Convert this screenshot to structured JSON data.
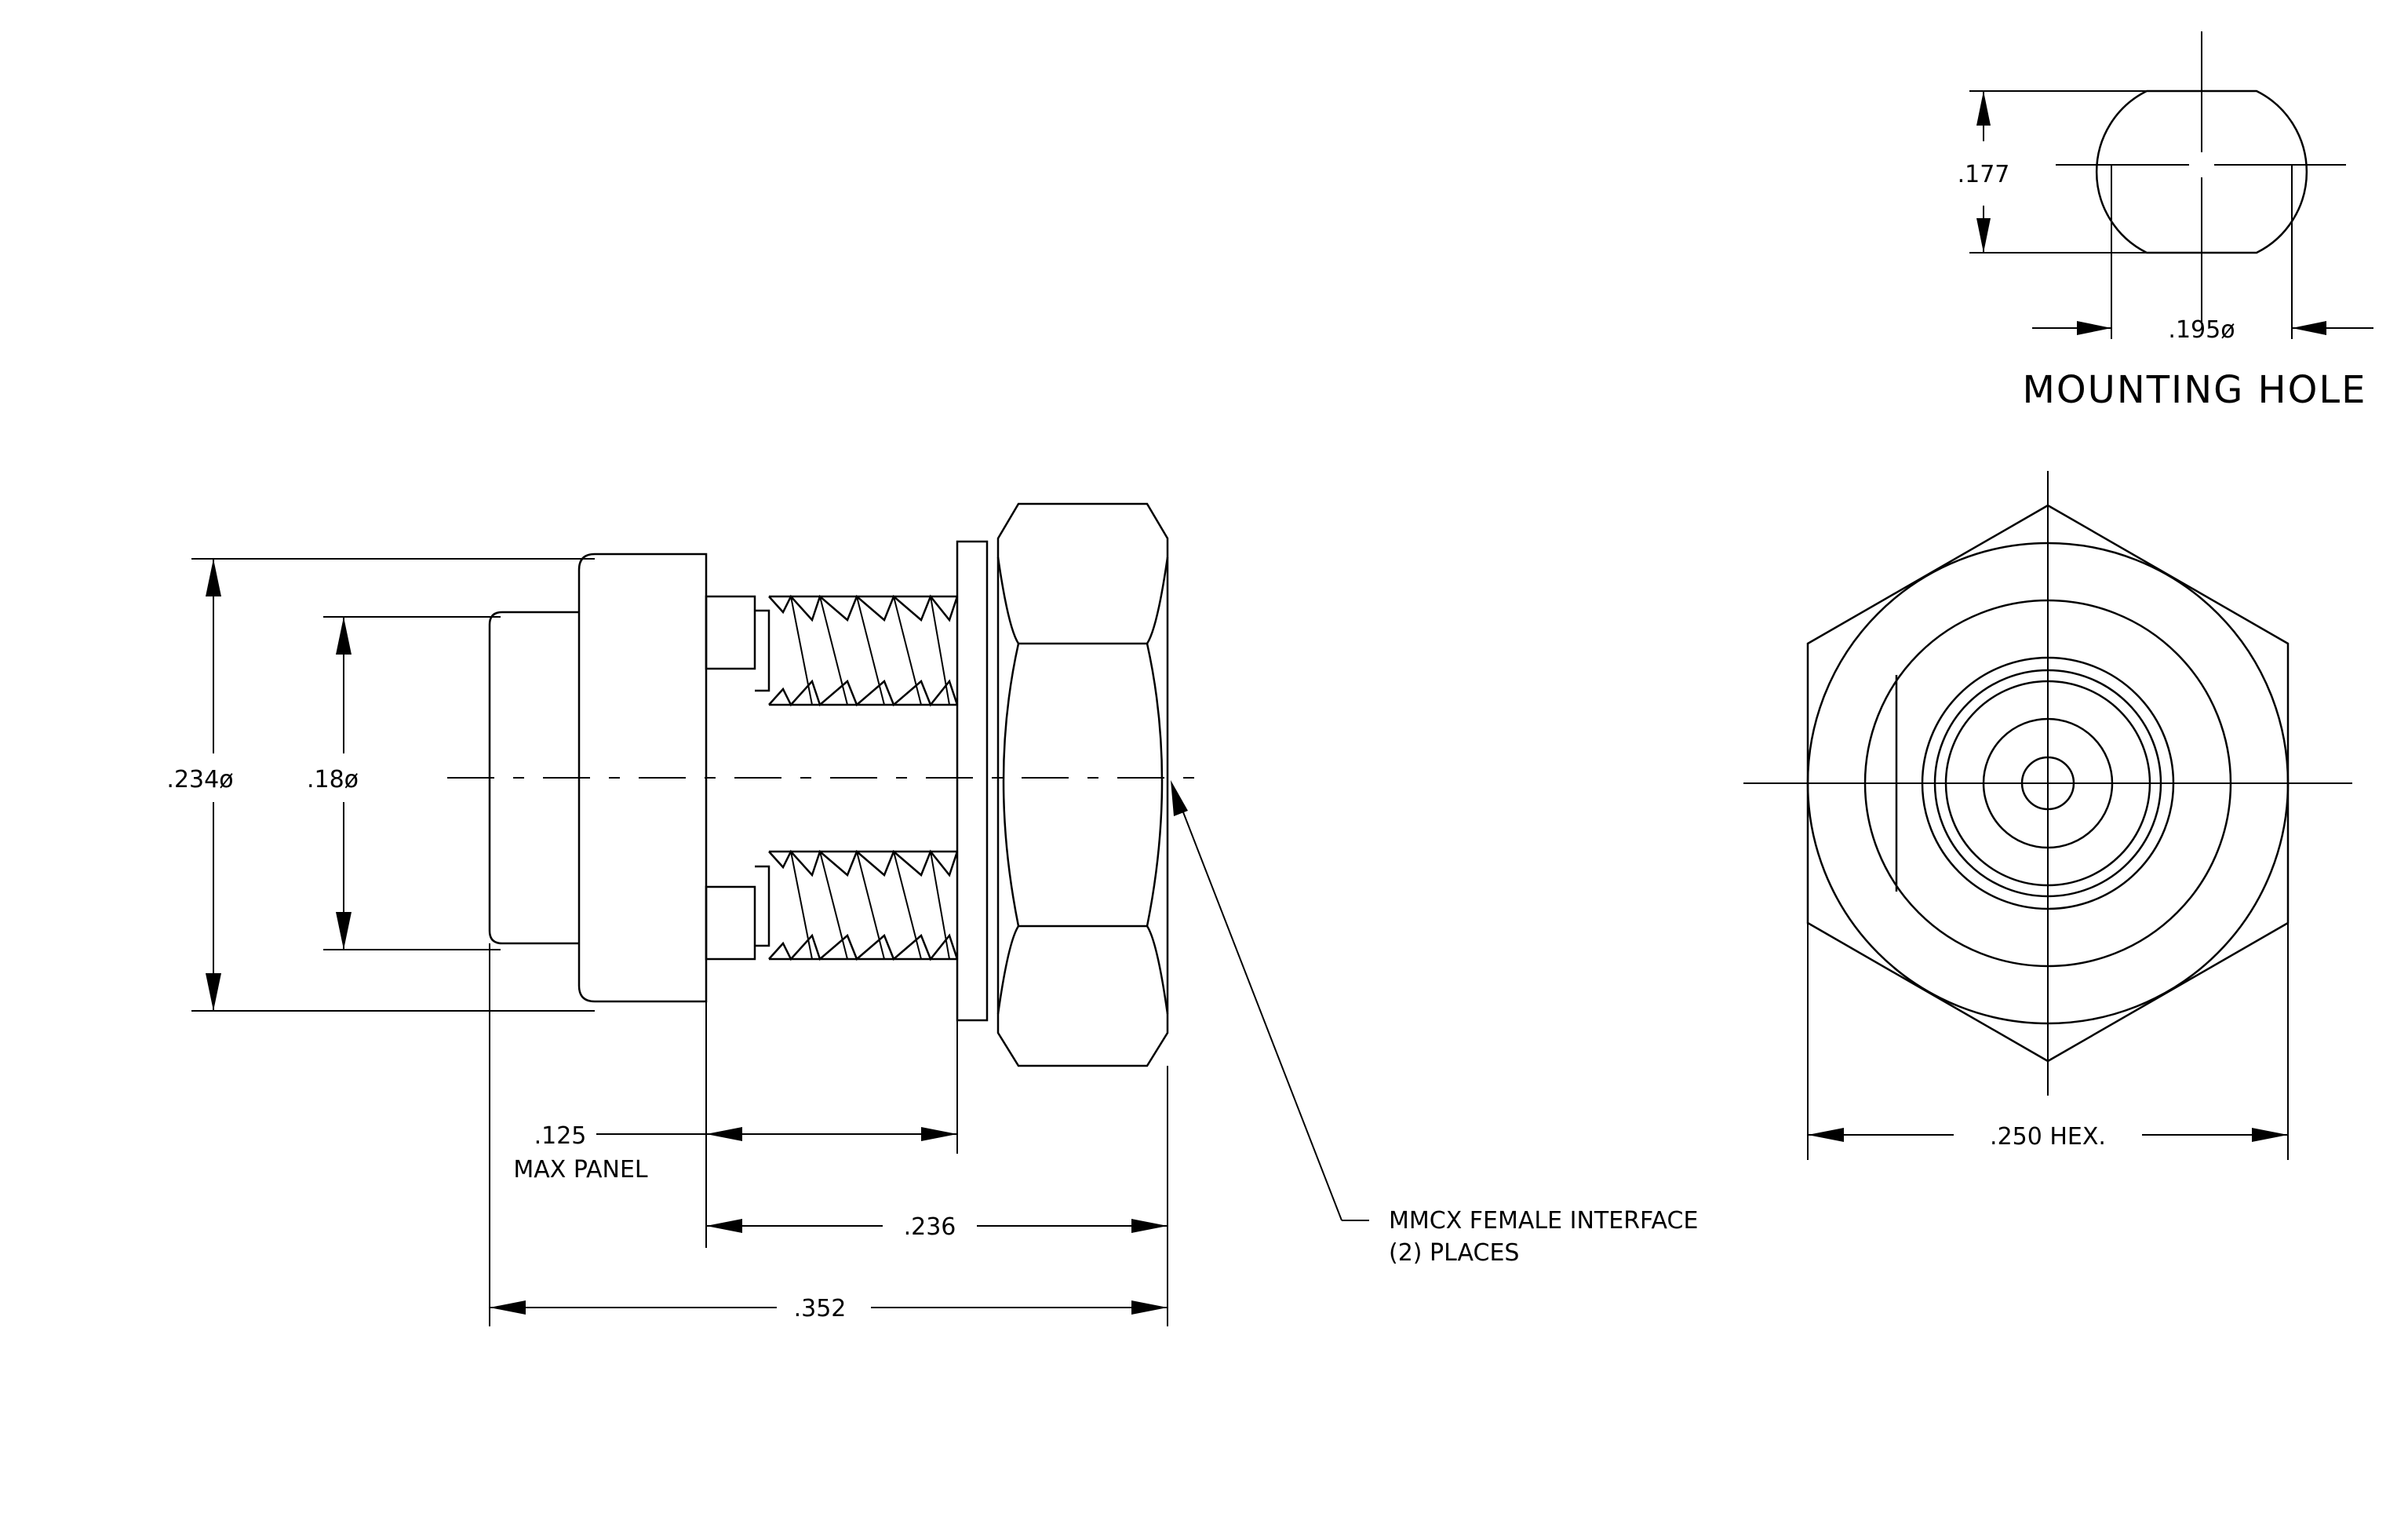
{
  "mounting_hole": {
    "height_dim": ".177",
    "diameter_dim": ".195ø",
    "title": "MOUNTING HOLE"
  },
  "side_view": {
    "outer_diameter_dim": ".234ø",
    "inner_diameter_dim": ".18ø",
    "panel_dim_value": ".125",
    "panel_dim_label": "MAX PANEL",
    "length_236": ".236",
    "length_352": ".352"
  },
  "callout": {
    "line1": "MMCX FEMALE INTERFACE",
    "line2": "(2)  PLACES"
  },
  "end_view": {
    "hex_dim": ".250 HEX."
  }
}
